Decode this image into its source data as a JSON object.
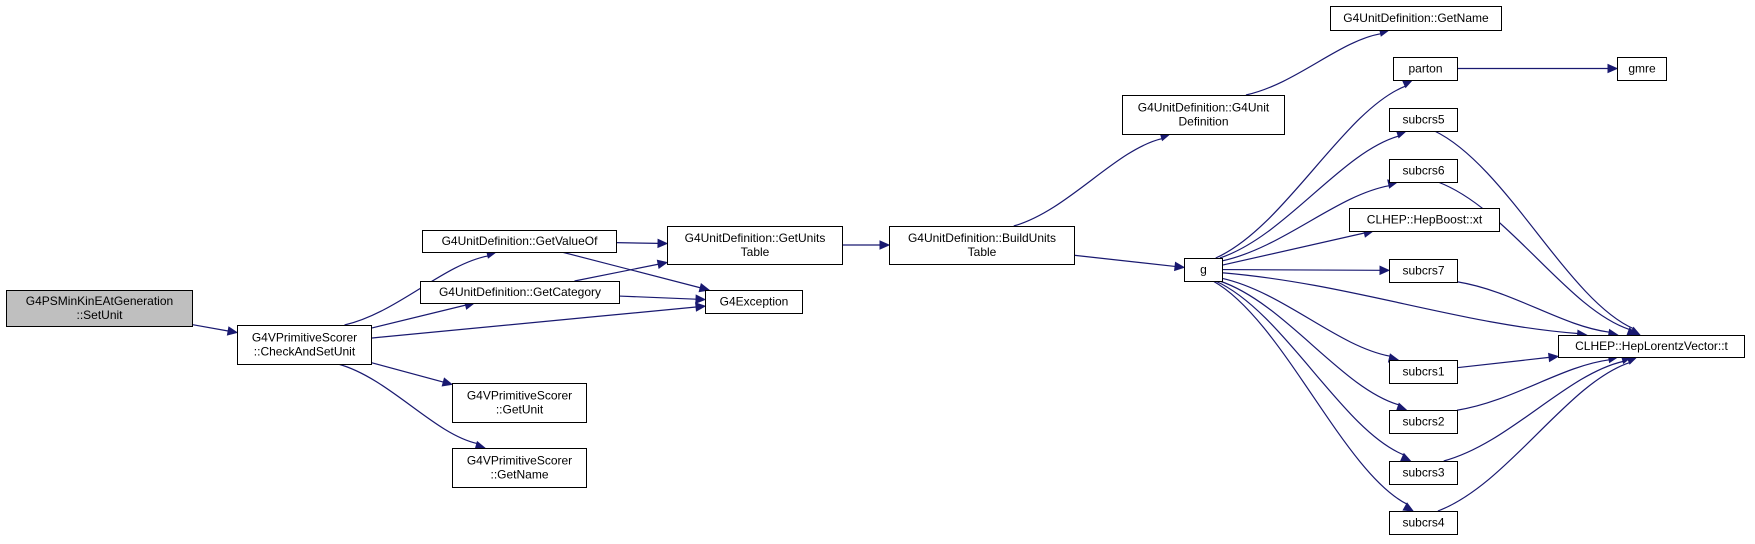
{
  "graph": {
    "colors": {
      "edge": "#191970",
      "root_fill": "#bfbfbf",
      "node_fill": "#ffffff",
      "border": "#000000"
    },
    "nodes": [
      {
        "id": "root",
        "lines": [
          "G4PSMinKinEAtGeneration",
          "::SetUnit"
        ]
      },
      {
        "id": "checkandset",
        "lines": [
          "G4VPrimitiveScorer",
          "::CheckAndSetUnit"
        ]
      },
      {
        "id": "getvalueof",
        "lines": [
          "G4UnitDefinition::GetValueOf"
        ]
      },
      {
        "id": "getcategory",
        "lines": [
          "G4UnitDefinition::GetCategory"
        ]
      },
      {
        "id": "getunit",
        "lines": [
          "G4VPrimitiveScorer",
          "::GetUnit"
        ]
      },
      {
        "id": "scorername",
        "lines": [
          "G4VPrimitiveScorer",
          "::GetName"
        ]
      },
      {
        "id": "getunitstable",
        "lines": [
          "G4UnitDefinition::GetUnits",
          "Table"
        ]
      },
      {
        "id": "g4exception",
        "lines": [
          "G4Exception"
        ]
      },
      {
        "id": "buildunitstable",
        "lines": [
          "G4UnitDefinition::BuildUnits",
          "Table"
        ]
      },
      {
        "id": "g4unitdef",
        "lines": [
          "G4UnitDefinition::G4Unit",
          "Definition"
        ]
      },
      {
        "id": "g",
        "lines": [
          "g"
        ]
      },
      {
        "id": "unitgetname",
        "lines": [
          "G4UnitDefinition::GetName"
        ]
      },
      {
        "id": "parton",
        "lines": [
          "parton"
        ]
      },
      {
        "id": "gmre",
        "lines": [
          "gmre"
        ]
      },
      {
        "id": "subcrs5",
        "lines": [
          "subcrs5"
        ]
      },
      {
        "id": "subcrs6",
        "lines": [
          "subcrs6"
        ]
      },
      {
        "id": "hepboost",
        "lines": [
          "CLHEP::HepBoost::xt"
        ]
      },
      {
        "id": "subcrs7",
        "lines": [
          "subcrs7"
        ]
      },
      {
        "id": "heplorentz",
        "lines": [
          "CLHEP::HepLorentzVector::t"
        ]
      },
      {
        "id": "subcrs1",
        "lines": [
          "subcrs1"
        ]
      },
      {
        "id": "subcrs2",
        "lines": [
          "subcrs2"
        ]
      },
      {
        "id": "subcrs3",
        "lines": [
          "subcrs3"
        ]
      },
      {
        "id": "subcrs4",
        "lines": [
          "subcrs4"
        ]
      }
    ],
    "edges": [
      [
        "root",
        "checkandset"
      ],
      [
        "checkandset",
        "getvalueof"
      ],
      [
        "checkandset",
        "getcategory"
      ],
      [
        "checkandset",
        "g4exception"
      ],
      [
        "checkandset",
        "getunit"
      ],
      [
        "checkandset",
        "scorername"
      ],
      [
        "getvalueof",
        "getunitstable"
      ],
      [
        "getvalueof",
        "g4exception"
      ],
      [
        "getcategory",
        "getunitstable"
      ],
      [
        "getcategory",
        "g4exception"
      ],
      [
        "getunitstable",
        "buildunitstable"
      ],
      [
        "buildunitstable",
        "g4unitdef"
      ],
      [
        "buildunitstable",
        "g"
      ],
      [
        "g4unitdef",
        "unitgetname"
      ],
      [
        "g",
        "parton"
      ],
      [
        "g",
        "subcrs5"
      ],
      [
        "g",
        "subcrs6"
      ],
      [
        "g",
        "hepboost"
      ],
      [
        "g",
        "subcrs7"
      ],
      [
        "g",
        "heplorentz"
      ],
      [
        "g",
        "subcrs1"
      ],
      [
        "g",
        "subcrs2"
      ],
      [
        "g",
        "subcrs3"
      ],
      [
        "g",
        "subcrs4"
      ],
      [
        "parton",
        "gmre"
      ],
      [
        "subcrs5",
        "heplorentz"
      ],
      [
        "subcrs6",
        "heplorentz"
      ],
      [
        "subcrs7",
        "heplorentz"
      ],
      [
        "subcrs1",
        "heplorentz"
      ],
      [
        "subcrs2",
        "heplorentz"
      ],
      [
        "subcrs3",
        "heplorentz"
      ],
      [
        "subcrs4",
        "heplorentz"
      ]
    ]
  }
}
